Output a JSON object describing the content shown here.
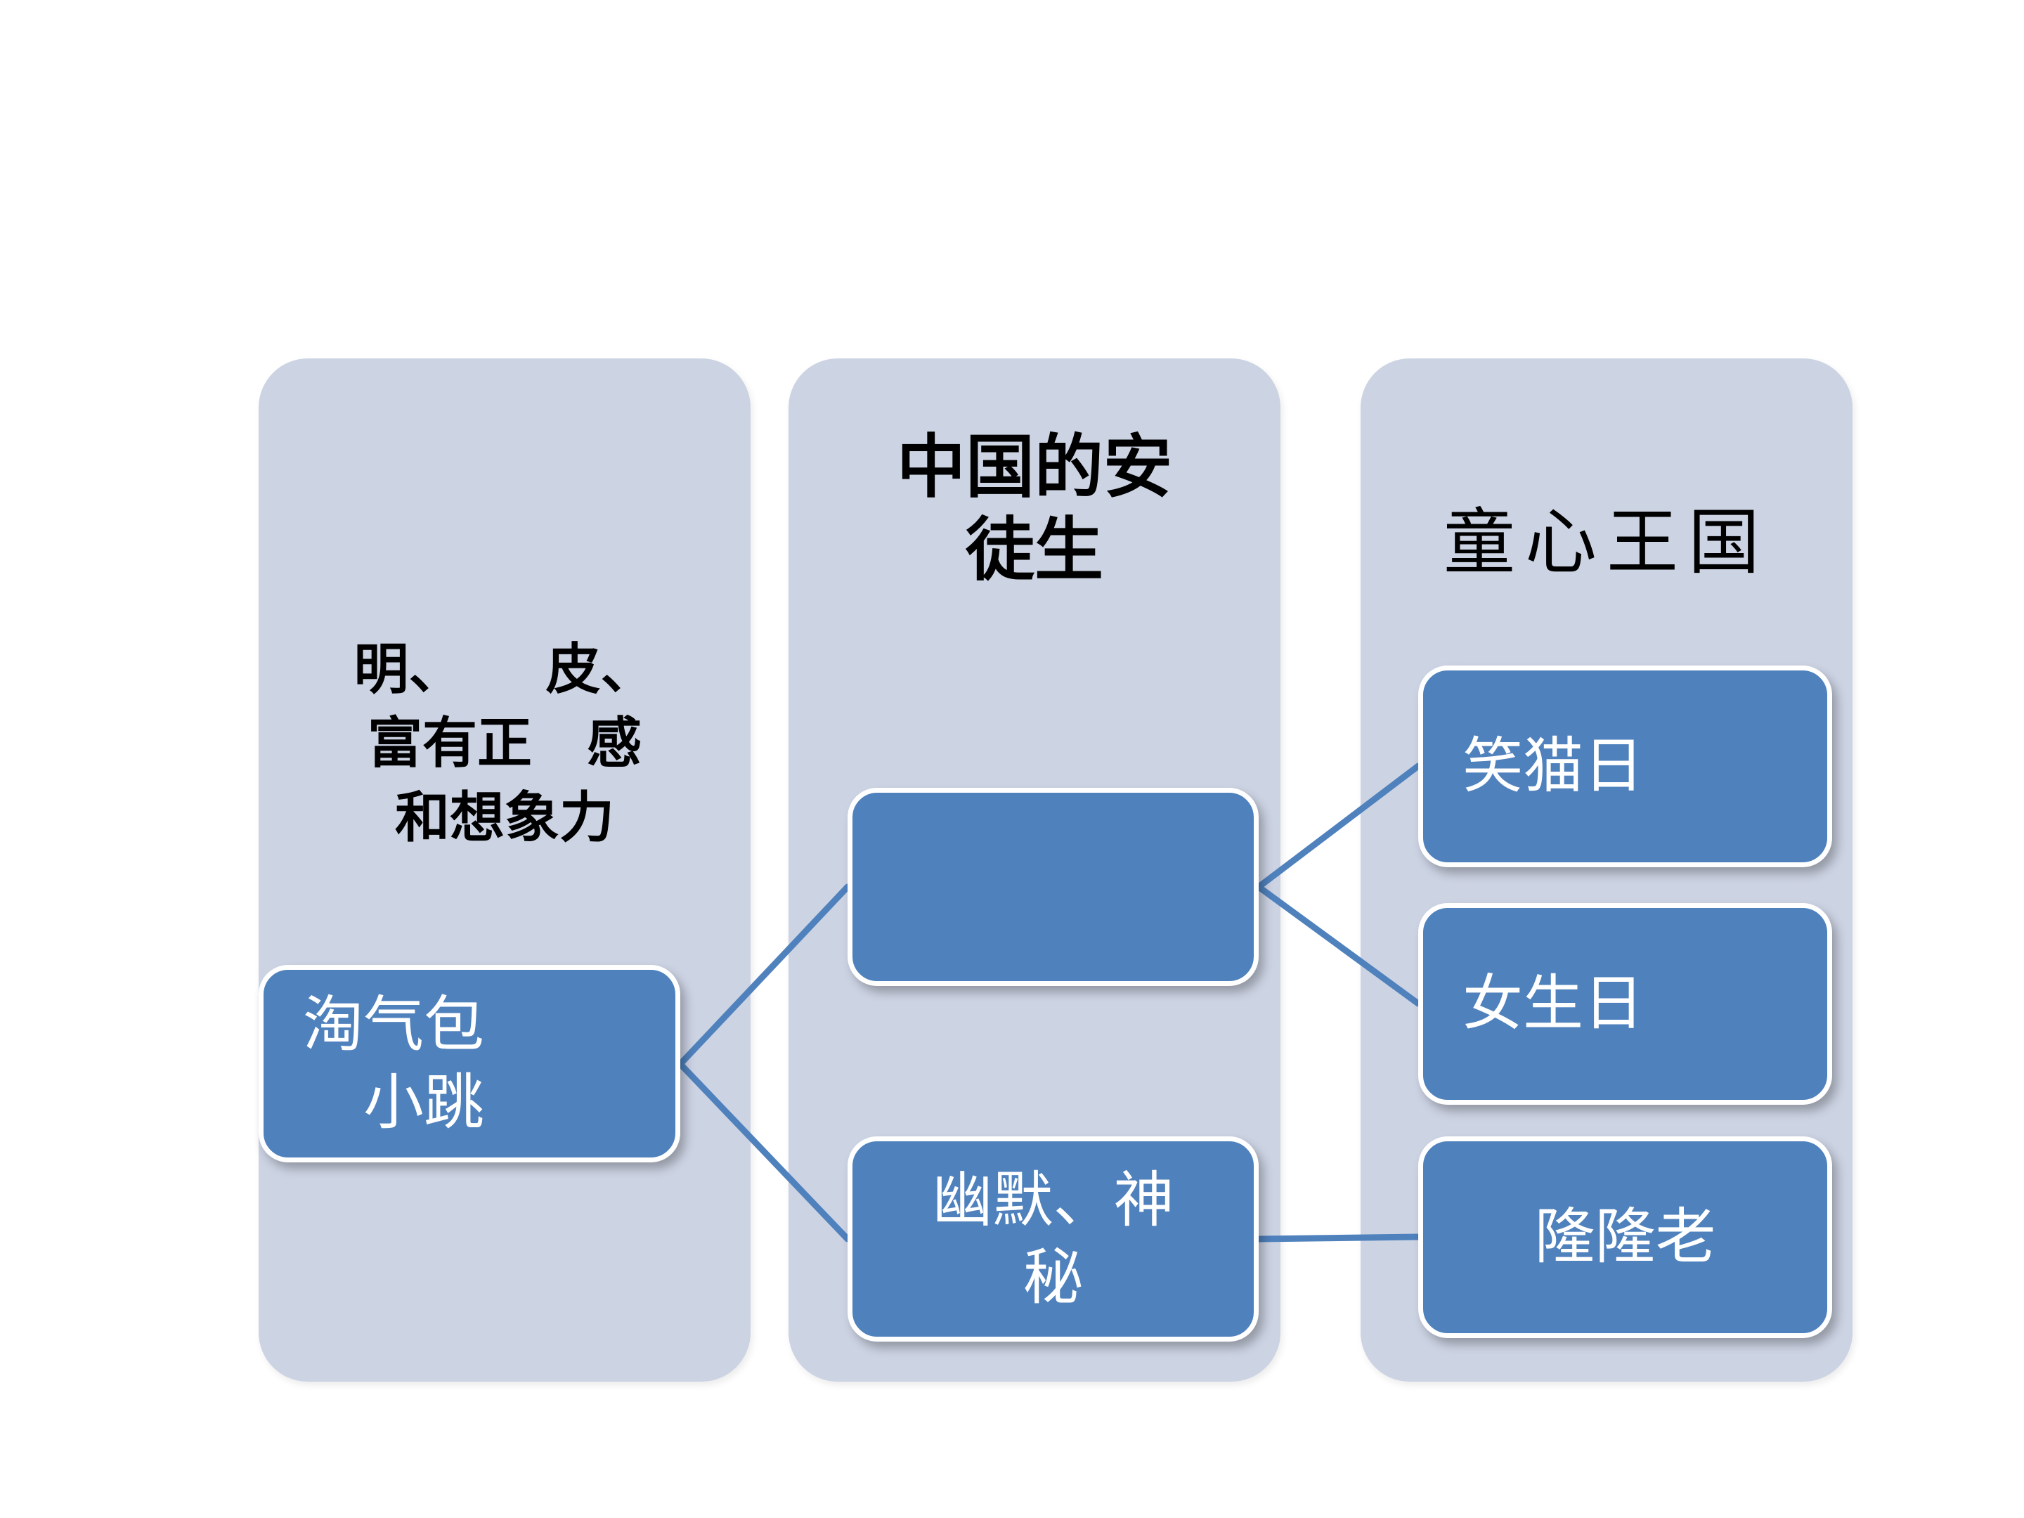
{
  "colors": {
    "panel_bg": "#ccd3e3",
    "node_bg": "#4f81bd",
    "node_border": "#ffffff",
    "connector": "#4f81bd",
    "heading_text": "#000000",
    "node_text": "#ffffff"
  },
  "columns": [
    {
      "description": "明、　　皮、\n富有正　感\n和想象力",
      "nodes": [
        {
          "label": "淘气包\n　小跳"
        }
      ]
    },
    {
      "title": "中国的安\n徒生",
      "nodes": [
        {
          "label": ""
        },
        {
          "label": "幽默、神\n秘"
        }
      ]
    },
    {
      "title": "童心王国",
      "nodes": [
        {
          "label": "笑猫日"
        },
        {
          "label": "女生日"
        },
        {
          "label": "隆隆老"
        }
      ]
    }
  ]
}
